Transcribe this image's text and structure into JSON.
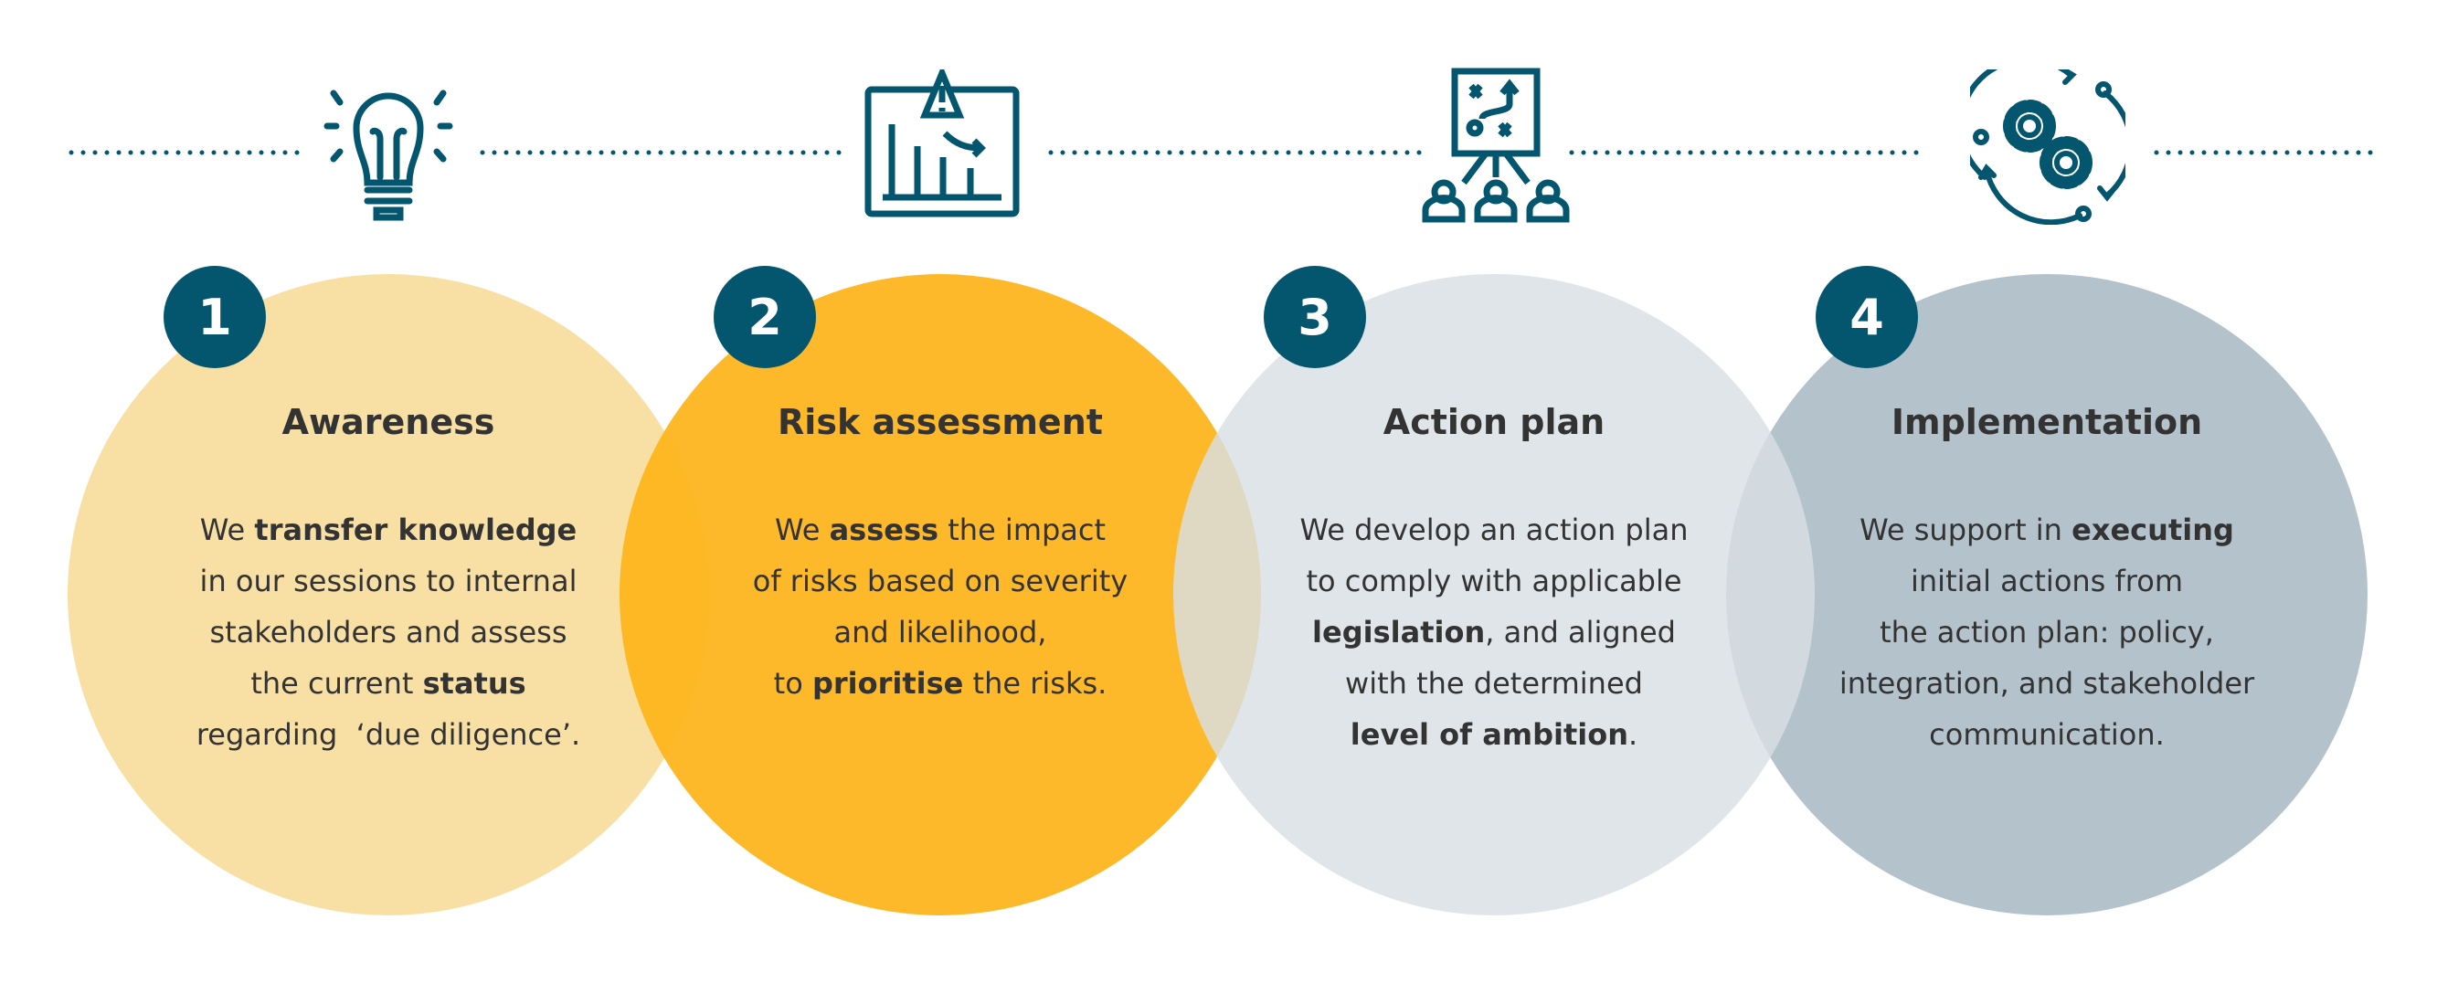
{
  "colors": {
    "badge": "#03566e",
    "circle_1": "#f8e0a4",
    "circle_2": "#fdb51d",
    "circle_3": "#d8dfe4",
    "circle_4": "#b4c2cb",
    "icon": "#03566e"
  },
  "steps": [
    {
      "number": "1",
      "icon": "lightbulb-icon",
      "title": "Awareness",
      "lines": [
        [
          {
            "t": "We "
          },
          {
            "t": "transfer knowledge",
            "b": true
          }
        ],
        [
          {
            "t": "in our sessions to internal"
          }
        ],
        [
          {
            "t": "stakeholders and assess"
          }
        ],
        [
          {
            "t": "the current "
          },
          {
            "t": "status",
            "b": true
          }
        ],
        [
          {
            "t": "regarding  ‘due diligence’."
          }
        ]
      ]
    },
    {
      "number": "2",
      "icon": "risk-chart-warning-icon",
      "title": "Risk assessment",
      "lines": [
        [
          {
            "t": "We "
          },
          {
            "t": "assess",
            "b": true
          },
          {
            "t": " the impact"
          }
        ],
        [
          {
            "t": "of risks based on severity"
          }
        ],
        [
          {
            "t": "and likelihood,"
          }
        ],
        [
          {
            "t": "to "
          },
          {
            "t": "prioritise",
            "b": true
          },
          {
            "t": " the risks."
          }
        ]
      ]
    },
    {
      "number": "3",
      "icon": "strategy-board-team-icon",
      "title": "Action plan",
      "lines": [
        [
          {
            "t": "We develop an action plan"
          }
        ],
        [
          {
            "t": "to comply with applicable"
          }
        ],
        [
          {
            "t": "legislation",
            "b": true
          },
          {
            "t": ", and aligned"
          }
        ],
        [
          {
            "t": "with the determined"
          }
        ],
        [
          {
            "t": "level of ambition",
            "b": true
          },
          {
            "t": "."
          }
        ]
      ]
    },
    {
      "number": "4",
      "icon": "gears-cycle-icon",
      "title": "Implementation",
      "lines": [
        [
          {
            "t": "We support in "
          },
          {
            "t": "executing",
            "b": true
          }
        ],
        [
          {
            "t": "initial actions from"
          }
        ],
        [
          {
            "t": "the action plan: policy,"
          }
        ],
        [
          {
            "t": "integration, and stakeholder"
          }
        ],
        [
          {
            "t": "communication."
          }
        ]
      ]
    }
  ]
}
